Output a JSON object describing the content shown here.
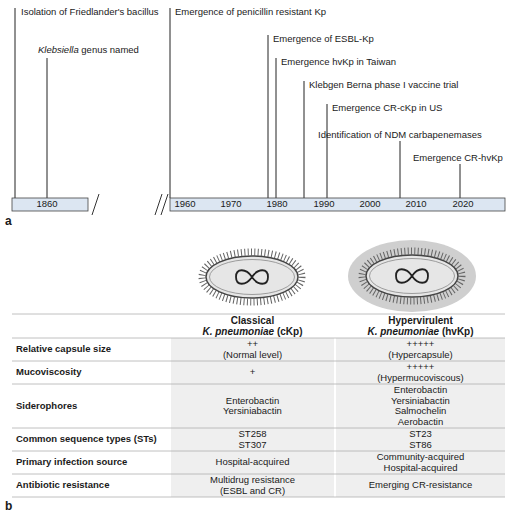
{
  "diagram": {
    "labels": [
      "Isolation of Friedlander's bacillus",
      "Klebsiella genus named",
      "Emergence of penicillin resistant Kp",
      "Emergence of ESBL-Kp",
      "Emergence hvKp in Taiwan",
      "Klebgen Berna phase I vaccine trial",
      "Emergence CR-cKp in US",
      "Identification of NDM carbapenemases",
      "Emergence CR-hvKp",
      "1860",
      "1960",
      "1970",
      "1980",
      "1990",
      "2000",
      "2010",
      "2020",
      "a",
      "Classical K. pneumoniae (cKp)",
      "Hypervirulent K. pneumoniae (hvKp)",
      "Relative capsule size",
      "++ (Normal level)",
      "+++++ (Hypercapsule)",
      "Mucoviscosity",
      "+",
      "+++++ (Hypermucoviscous)",
      "Siderophores",
      "Enterobactin Yersiniabactin",
      "Enterobactin Yersiniabactin Salmochelin Aerobactin",
      "Common sequence types (STs)",
      "ST258 ST307",
      "ST23 ST86",
      "Primary infection source",
      "Hospital-acquired",
      "Community-acquired Hospital-acquired",
      "Antibiotic resistance",
      "Multidrug resistance (ESBL and CR)",
      "Emerging CR-resistance",
      "b"
    ]
  }
}
